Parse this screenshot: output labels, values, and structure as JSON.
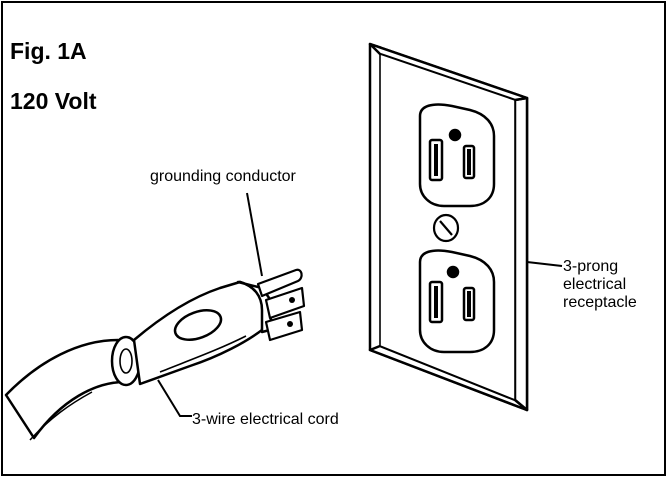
{
  "figure": {
    "title": "Fig. 1A",
    "subtitle": "120 Volt"
  },
  "labels": {
    "grounding_conductor": "grounding conductor",
    "cord": "3-wire electrical cord",
    "receptacle": [
      "3-prong",
      "electrical",
      "receptacle"
    ]
  },
  "colors": {
    "ink": "#000000",
    "background": "#ffffff"
  }
}
